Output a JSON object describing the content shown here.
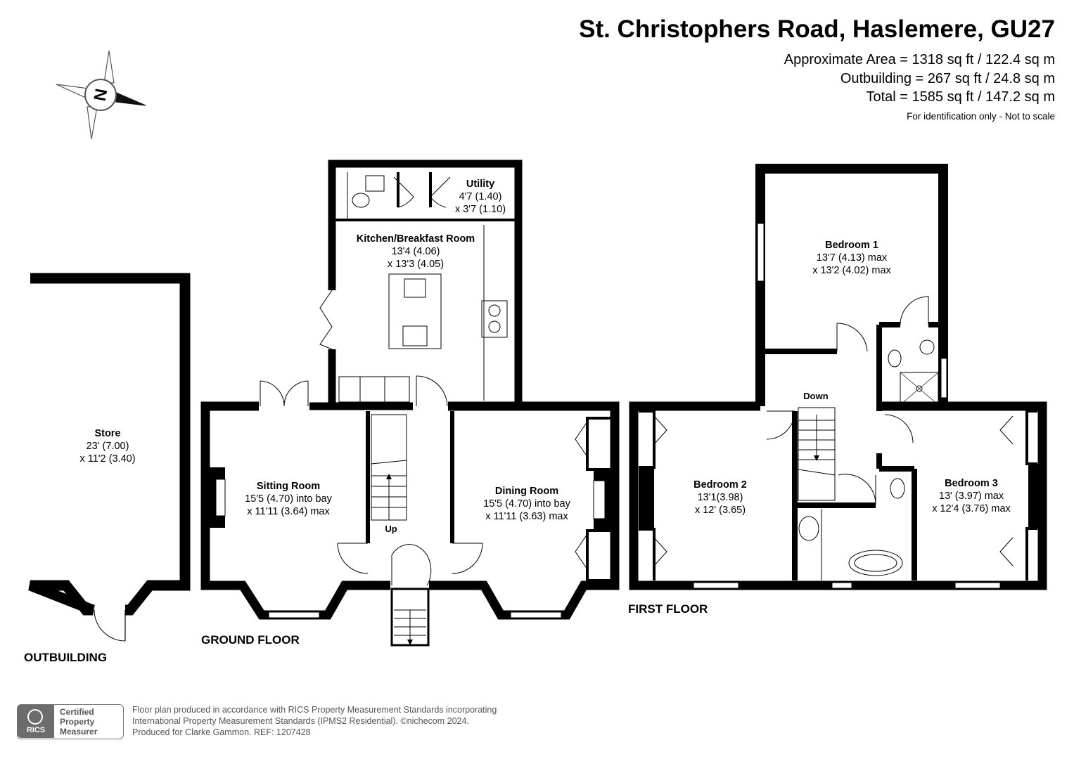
{
  "header": {
    "title": "St. Christophers Road, Haslemere, GU27",
    "area_approx": "Approximate Area = 1318 sq ft / 122.4 sq m",
    "area_outbuilding": "Outbuilding = 267 sq ft / 24.8 sq m",
    "area_total": "Total = 1585 sq ft / 147.2 sq m",
    "disclaimer": "For identification only - Not to scale"
  },
  "compass": {
    "icon": "compass-north-icon",
    "label": "N"
  },
  "floors": {
    "outbuilding": "OUTBUILDING",
    "ground": "GROUND FLOOR",
    "first": "FIRST FLOOR"
  },
  "rooms": {
    "store": {
      "name": "Store",
      "dim1": "23' (7.00)",
      "dim2": "x 11'2 (3.40)"
    },
    "utility": {
      "name": "Utility",
      "dim1": "4'7 (1.40)",
      "dim2": "x 3'7 (1.10)"
    },
    "kitchen": {
      "name": "Kitchen/Breakfast Room",
      "dim1": "13'4 (4.06)",
      "dim2": "x 13'3 (4.05)"
    },
    "sitting": {
      "name": "Sitting Room",
      "dim1": "15'5 (4.70) into bay",
      "dim2": "x 11'11 (3.64) max"
    },
    "dining": {
      "name": "Dining Room",
      "dim1": "15'5 (4.70) into bay",
      "dim2": "x 11'11 (3.63) max"
    },
    "bedroom1": {
      "name": "Bedroom 1",
      "dim1": "13'7 (4.13) max",
      "dim2": "x 13'2 (4.02) max"
    },
    "bedroom2": {
      "name": "Bedroom 2",
      "dim1": "13'1(3.98)",
      "dim2": "x 12' (3.65)"
    },
    "bedroom3": {
      "name": "Bedroom 3",
      "dim1": "13' (3.97) max",
      "dim2": "x 12'4 (3.76) max"
    }
  },
  "stairs": {
    "up": "Up",
    "down": "Down"
  },
  "footer": {
    "badge_logo": "RICS",
    "badge_line1": "Certified",
    "badge_line2": "Property",
    "badge_line3": "Measurer",
    "line1": "Floor plan produced in accordance with RICS Property Measurement Standards incorporating",
    "line2": "International Property Measurement Standards (IPMS2 Residential).   ©nichecom 2024.",
    "line3": "Produced for Clarke Gammon.   REF: 1207428"
  }
}
